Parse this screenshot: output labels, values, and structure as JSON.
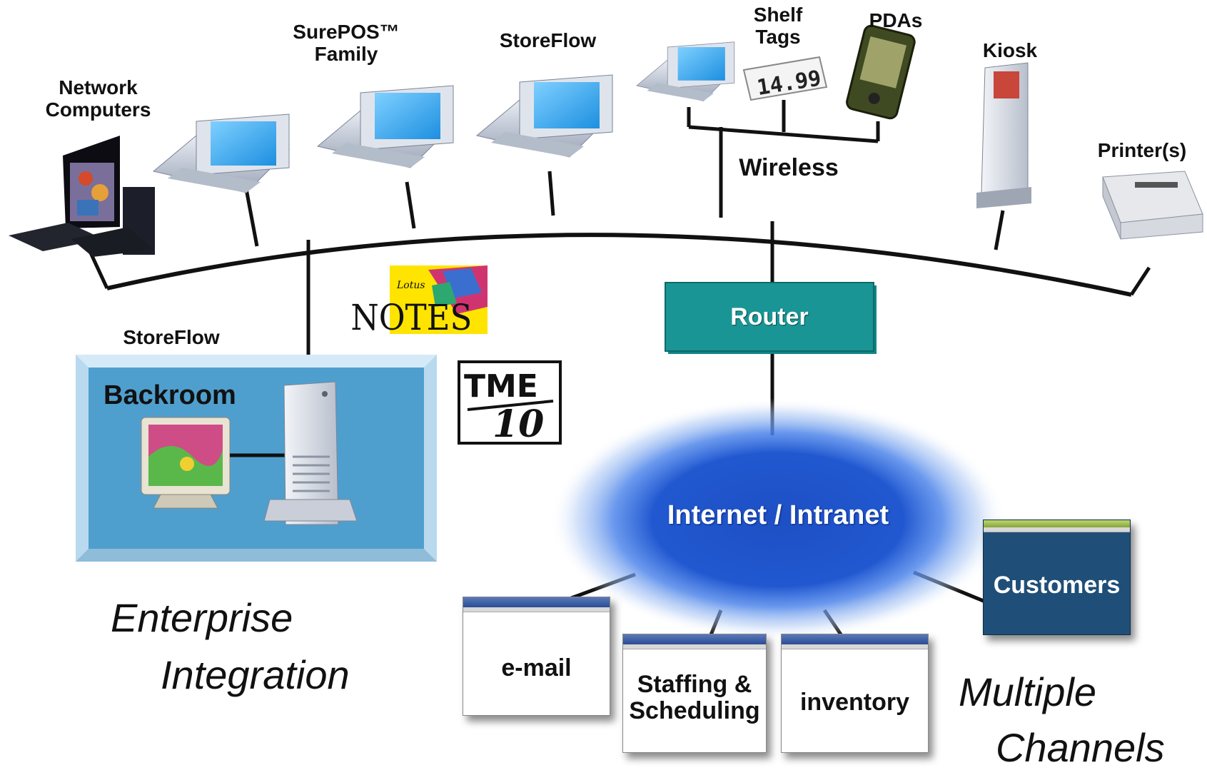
{
  "devices": {
    "network_computers": "Network\nComputers",
    "surepos": "SurePOS™\nFamily",
    "storeflow_top": "StoreFlow",
    "shelf_tags": "Shelf\nTags",
    "shelf_tag_price": "14.99",
    "pdas": "PDAs",
    "kiosk": "Kiosk",
    "printers": "Printer(s)",
    "wireless": "Wireless"
  },
  "backroom": {
    "storeflow": "StoreFlow",
    "title": "Backroom"
  },
  "logos": {
    "lotus": "Lotus",
    "notes": "NOTES",
    "tme": "TME",
    "tme_num": "10"
  },
  "router": "Router",
  "cloud": "Internet / Intranet",
  "channels": {
    "email": "e-mail",
    "staffing": "Staffing &\nScheduling",
    "inventory": "inventory",
    "customers": "Customers"
  },
  "captions": {
    "enterprise_1": "Enterprise",
    "enterprise_2": "Integration",
    "multiple_1": "Multiple",
    "multiple_2": "Channels"
  },
  "colors": {
    "router": "#138a8a",
    "cloud": "#1e50c8",
    "backroom": "#4f9fce",
    "customers": "#1f4f78",
    "notes_bg": "#ffe400"
  }
}
